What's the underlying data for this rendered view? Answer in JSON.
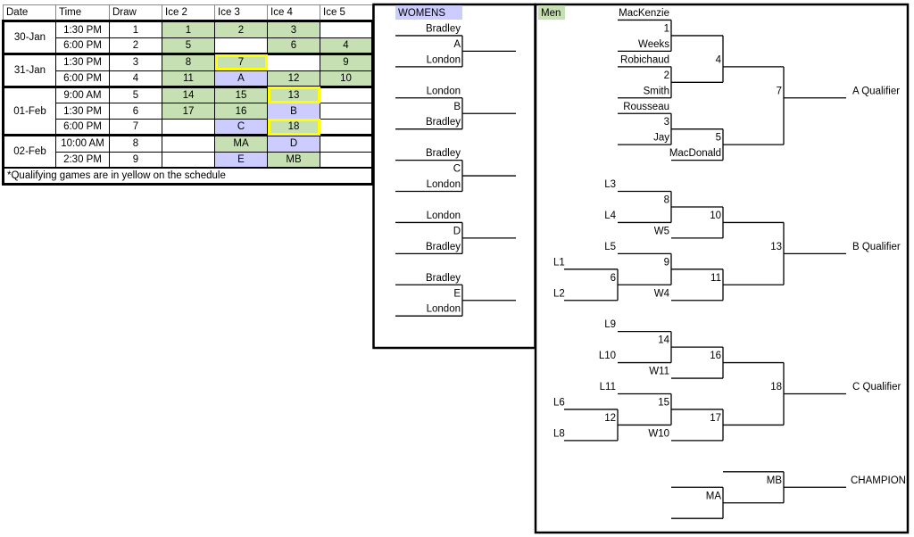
{
  "schedule": {
    "headers": [
      "Date",
      "Time",
      "Draw",
      "Ice 2",
      "Ice 3",
      "Ice 4",
      "Ice 5"
    ],
    "groups": [
      {
        "date": "30-Jan",
        "rows": [
          {
            "time": "1:30 PM",
            "draw": "1",
            "ice": [
              {
                "v": "1",
                "c": "g"
              },
              {
                "v": "2",
                "c": "g"
              },
              {
                "v": "3",
                "c": "g"
              },
              {
                "v": "",
                "c": ""
              }
            ]
          },
          {
            "time": "6:00 PM",
            "draw": "2",
            "ice": [
              {
                "v": "5",
                "c": "g"
              },
              {
                "v": "",
                "c": ""
              },
              {
                "v": "6",
                "c": "g"
              },
              {
                "v": "4",
                "c": "g"
              }
            ]
          }
        ]
      },
      {
        "date": "31-Jan",
        "rows": [
          {
            "time": "1:30 PM",
            "draw": "3",
            "ice": [
              {
                "v": "8",
                "c": "g"
              },
              {
                "v": "7",
                "c": "g",
                "q": true
              },
              {
                "v": "",
                "c": ""
              },
              {
                "v": "9",
                "c": "g"
              }
            ]
          },
          {
            "time": "6:00 PM",
            "draw": "4",
            "ice": [
              {
                "v": "11",
                "c": "g"
              },
              {
                "v": "A",
                "c": "p"
              },
              {
                "v": "12",
                "c": "g"
              },
              {
                "v": "10",
                "c": "g"
              }
            ]
          }
        ]
      },
      {
        "date": "01-Feb",
        "rows": [
          {
            "time": "9:00 AM",
            "draw": "5",
            "ice": [
              {
                "v": "14",
                "c": "g"
              },
              {
                "v": "15",
                "c": "g"
              },
              {
                "v": "13",
                "c": "g",
                "q": true
              },
              {
                "v": "",
                "c": ""
              }
            ]
          },
          {
            "time": "1:30 PM",
            "draw": "6",
            "ice": [
              {
                "v": "17",
                "c": "g"
              },
              {
                "v": "16",
                "c": "g"
              },
              {
                "v": "B",
                "c": "p"
              },
              {
                "v": "",
                "c": ""
              }
            ]
          },
          {
            "time": "6:00 PM",
            "draw": "7",
            "ice": [
              {
                "v": "",
                "c": ""
              },
              {
                "v": "C",
                "c": "p"
              },
              {
                "v": "18",
                "c": "g",
                "q": true
              },
              {
                "v": "",
                "c": ""
              }
            ]
          }
        ]
      },
      {
        "date": "02-Feb",
        "rows": [
          {
            "time": "10:00 AM",
            "draw": "8",
            "ice": [
              {
                "v": "",
                "c": ""
              },
              {
                "v": "MA",
                "c": "g"
              },
              {
                "v": "D",
                "c": "p"
              },
              {
                "v": "",
                "c": ""
              }
            ]
          },
          {
            "time": "2:30 PM",
            "draw": "9",
            "ice": [
              {
                "v": "",
                "c": ""
              },
              {
                "v": "E",
                "c": "p"
              },
              {
                "v": "MB",
                "c": "g"
              },
              {
                "v": "",
                "c": ""
              }
            ]
          }
        ]
      }
    ],
    "note": "*Qualifying games are in yellow on the schedule"
  },
  "colors": {
    "men_game": "#c6e0b4",
    "women_game": "#ccccff",
    "qualifier_outline": "#ffff00"
  },
  "womens": {
    "title": "WOMENS",
    "games": [
      {
        "top": "Bradley",
        "game": "A",
        "bottom": "London"
      },
      {
        "top": "London",
        "game": "B",
        "bottom": "Bradley"
      },
      {
        "top": "Bradley",
        "game": "C",
        "bottom": "London"
      },
      {
        "top": "London",
        "game": "D",
        "bottom": "Bradley"
      },
      {
        "top": "Bradley",
        "game": "E",
        "bottom": "London"
      }
    ]
  },
  "men": {
    "title": "Men",
    "a": {
      "t1": "MacKenzie",
      "g1": "1",
      "t2": "Weeks",
      "t3": "Robichaud",
      "g2": "2",
      "t4": "Smith",
      "g4": "4",
      "t5": "Rousseau",
      "g3": "3",
      "t6": "Jay",
      "g5": "5",
      "t7": "MacDonald",
      "g7": "7",
      "label": "A Qualifier"
    },
    "b": {
      "l3": "L3",
      "g8": "8",
      "l4": "L4",
      "g10": "10",
      "w5": "W5",
      "l5": "L5",
      "g9": "9",
      "l1": "L1",
      "g6": "6",
      "l2": "L2",
      "g11": "11",
      "w4": "W4",
      "g13": "13",
      "label": "B Qualifier"
    },
    "c": {
      "l9": "L9",
      "g14": "14",
      "l10": "L10",
      "g16": "16",
      "w11": "W11",
      "l11": "L11",
      "g15": "15",
      "l6": "L6",
      "g12": "12",
      "l8": "L8",
      "g17": "17",
      "w10": "W10",
      "g18": "18",
      "label": "C Qualifier"
    },
    "final": {
      "mb": "MB",
      "ma": "MA",
      "label": "CHAMPION"
    }
  }
}
